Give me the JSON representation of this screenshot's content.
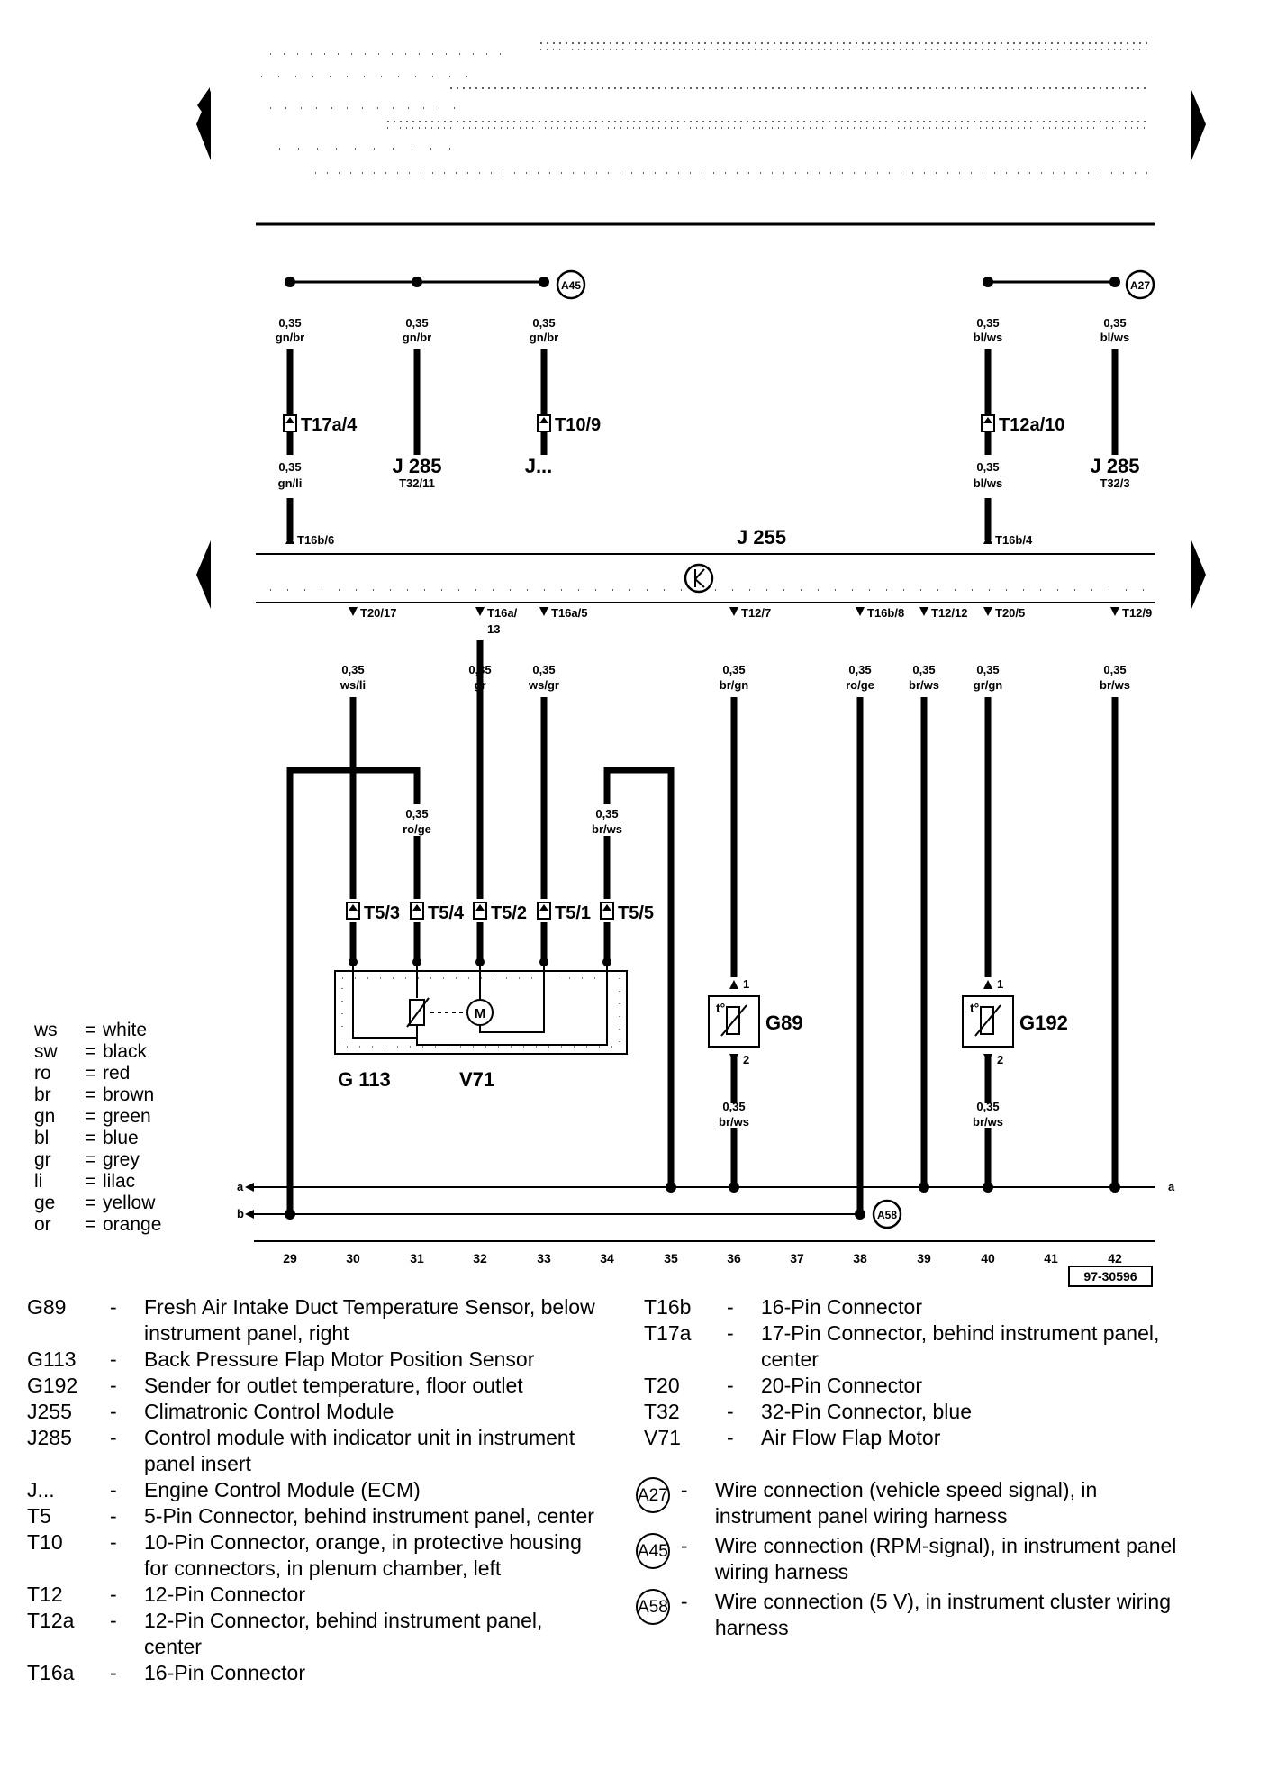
{
  "diagram": {
    "components": {
      "J255": "J 255",
      "G113": "G 113",
      "V71": "V71",
      "G89": "G89",
      "G192": "G192",
      "J285_a": "J 285",
      "J285_a_pin": "T32/11",
      "J285_b": "J 285",
      "J285_b_pin": "T32/3",
      "J_ecm": "J..."
    },
    "connection_markers": [
      "A45",
      "A27",
      "A58"
    ],
    "upper_wires": [
      {
        "gauge": "0,35",
        "color": "gn/br",
        "connector": "T17a/4",
        "gauge2": "0,35",
        "color2": "gn/li",
        "pin": "T16b/6"
      },
      {
        "gauge": "0,35",
        "color": "gn/br"
      },
      {
        "gauge": "0,35",
        "color": "gn/br",
        "connector": "T10/9"
      },
      {
        "gauge": "0,35",
        "color": "bl/ws",
        "connector": "T12a/10",
        "gauge2": "0,35",
        "color2": "bl/ws",
        "pin": "T16b/4"
      },
      {
        "gauge": "0,35",
        "color": "bl/ws"
      }
    ],
    "lower_pins": [
      "T20/17",
      "T16a/",
      "13",
      "T16a/5",
      "T12/7",
      "T16b/8",
      "T12/12",
      "T20/5",
      "T12/9"
    ],
    "lower_wires": [
      {
        "gauge": "0,35",
        "color": "ws/li"
      },
      {
        "gauge": "0,35",
        "color": "gr"
      },
      {
        "gauge": "0,35",
        "color": "ws/gr"
      },
      {
        "gauge": "0,35",
        "color": "br/gn"
      },
      {
        "gauge": "0,35",
        "color": "ro/ge"
      },
      {
        "gauge": "0,35",
        "color": "br/ws"
      },
      {
        "gauge": "0,35",
        "color": "gr/gn"
      },
      {
        "gauge": "0,35",
        "color": "br/ws"
      }
    ],
    "loop_wires": [
      {
        "gauge": "0,35",
        "color": "ro/ge"
      },
      {
        "gauge": "0,35",
        "color": "br/ws"
      }
    ],
    "t5_pins": [
      "T5/3",
      "T5/4",
      "T5/2",
      "T5/1",
      "T5/5"
    ],
    "sensor_wires": [
      {
        "gauge": "0,35",
        "color": "br/ws"
      },
      {
        "gauge": "0,35",
        "color": "br/ws"
      }
    ],
    "sensor_pins": [
      "1",
      "2"
    ],
    "ground_labels": [
      "a",
      "b"
    ],
    "column_numbers": [
      "29",
      "30",
      "31",
      "32",
      "33",
      "34",
      "35",
      "36",
      "37",
      "38",
      "39",
      "40",
      "41",
      "42"
    ],
    "reference": "97-30596"
  },
  "color_legend": [
    {
      "abbr": "ws",
      "name": "white"
    },
    {
      "abbr": "sw",
      "name": "black"
    },
    {
      "abbr": "ro",
      "name": "red"
    },
    {
      "abbr": "br",
      "name": "brown"
    },
    {
      "abbr": "gn",
      "name": "green"
    },
    {
      "abbr": "bl",
      "name": "blue"
    },
    {
      "abbr": "gr",
      "name": "grey"
    },
    {
      "abbr": "li",
      "name": "lilac"
    },
    {
      "abbr": "ge",
      "name": "yellow"
    },
    {
      "abbr": "or",
      "name": "orange"
    }
  ],
  "legend_left": [
    {
      "code": "G89",
      "desc": "Fresh Air Intake Duct Temperature Sensor, below instrument panel, right"
    },
    {
      "code": "G113",
      "desc": "Back Pressure Flap Motor Position Sensor"
    },
    {
      "code": "G192",
      "desc": "Sender for outlet temperature, floor outlet"
    },
    {
      "code": "J255",
      "desc": "Climatronic Control Module"
    },
    {
      "code": "J285",
      "desc": "Control module with indicator unit in instrument panel insert"
    },
    {
      "code": "J...",
      "desc": "Engine Control Module (ECM)"
    },
    {
      "code": "T5",
      "desc": "5-Pin Connector, behind instrument panel, center"
    },
    {
      "code": "T10",
      "desc": "10-Pin Connector, orange, in protective housing for connectors, in plenum chamber, left"
    },
    {
      "code": "T12",
      "desc": "12-Pin Connector"
    },
    {
      "code": "T12a",
      "desc": "12-Pin Connector, behind instrument panel, center"
    },
    {
      "code": "T16a",
      "desc": "16-Pin Connector"
    }
  ],
  "legend_right": [
    {
      "code": "T16b",
      "desc": "16-Pin Connector"
    },
    {
      "code": "T17a",
      "desc": "17-Pin Connector, behind instrument panel, center"
    },
    {
      "code": "T20",
      "desc": "20-Pin Connector"
    },
    {
      "code": "T32",
      "desc": "32-Pin Connector, blue"
    },
    {
      "code": "V71",
      "desc": "Air Flow Flap Motor"
    }
  ],
  "legend_markers": [
    {
      "code": "A27",
      "desc": "Wire connection (vehicle speed signal), in instrument panel wiring harness"
    },
    {
      "code": "A45",
      "desc": "Wire connection (RPM-signal), in instrument panel wiring harness"
    },
    {
      "code": "A58",
      "desc": "Wire connection (5 V), in instrument cluster wiring harness"
    }
  ]
}
